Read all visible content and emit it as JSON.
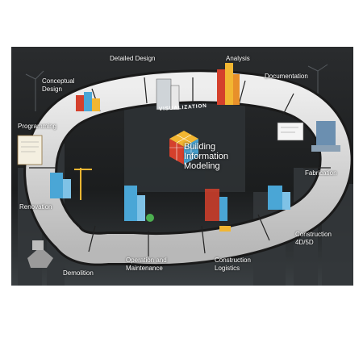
{
  "center": {
    "title": "Building\nInformation\nModeling"
  },
  "ring": {
    "banner": "VISUALIZATION"
  },
  "stages": [
    {
      "id": "conceptual-design",
      "label": "Conceptual\nDesign"
    },
    {
      "id": "detailed-design",
      "label": "Detailed Design"
    },
    {
      "id": "analysis",
      "label": "Analysis"
    },
    {
      "id": "documentation",
      "label": "Documentation"
    },
    {
      "id": "fabrication",
      "label": "Fabrication"
    },
    {
      "id": "construction-4d5d",
      "label": "Construction\n4D/5D"
    },
    {
      "id": "construction-logistics",
      "label": "Construction\nLogistics"
    },
    {
      "id": "operation-maintenance",
      "label": "Operation and\nMaintenance"
    },
    {
      "id": "demolition",
      "label": "Demolition"
    },
    {
      "id": "renovation",
      "label": "Renovation"
    },
    {
      "id": "programming",
      "label": "Programming"
    }
  ],
  "colors": {
    "background": "#1d1f20",
    "ring": "#d9d9d9",
    "ring_edge": "#1a1a1a",
    "building_blue": "#4aa6d6",
    "building_yellow": "#f2b632",
    "building_red": "#d4402c"
  }
}
